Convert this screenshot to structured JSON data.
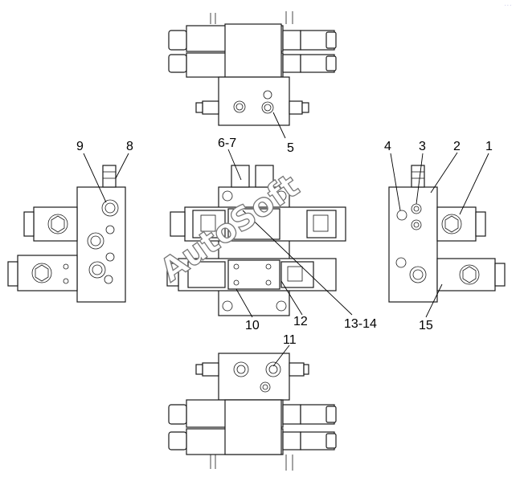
{
  "callouts": {
    "c1": "1",
    "c2": "2",
    "c3": "3",
    "c4": "4",
    "c5": "5",
    "c6_7": "6-7",
    "c8": "8",
    "c9": "9",
    "c10": "10",
    "c11": "11",
    "c12": "12",
    "c13_14": "13-14",
    "c15": "15"
  },
  "watermark": "AutoSoft",
  "corner_mark": "· · ·"
}
